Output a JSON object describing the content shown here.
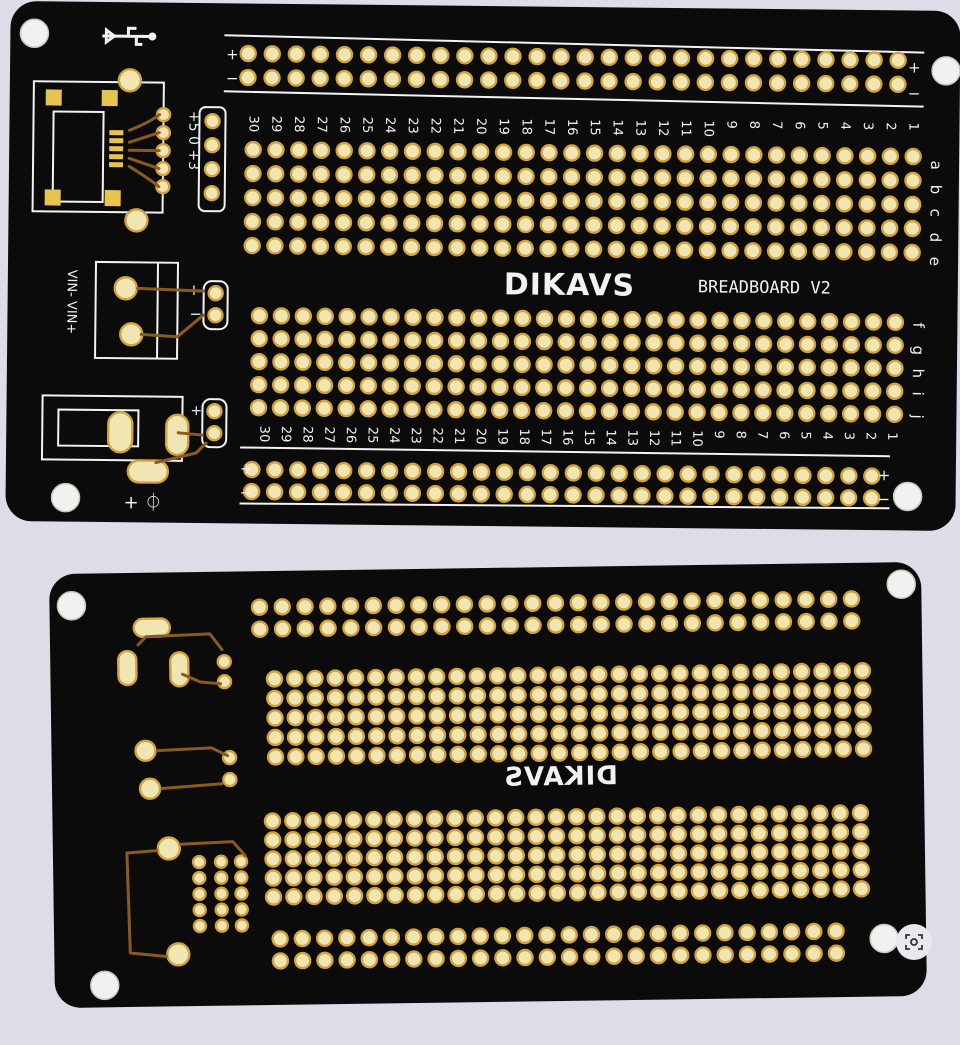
{
  "top_board": {
    "brand": "DIKAVS",
    "subtitle": "BREADBOARD V2",
    "column_numbers": [
      "1",
      "2",
      "3",
      "4",
      "5",
      "6",
      "7",
      "8",
      "9",
      "10",
      "11",
      "12",
      "13",
      "14",
      "15",
      "16",
      "17",
      "18",
      "19",
      "20",
      "21",
      "22",
      "23",
      "24",
      "25",
      "26",
      "27",
      "28",
      "29",
      "30"
    ],
    "row_letters_upper": [
      "a",
      "b",
      "c",
      "d",
      "e"
    ],
    "row_letters_lower": [
      "f",
      "g",
      "h",
      "i",
      "j"
    ],
    "rail_plus": "+",
    "rail_minus": "−",
    "header_label": "+5 0 +3",
    "terminal_label": "VIN- VIN+",
    "power_plus": "+",
    "power_minus": "−",
    "barrel_label": "+ ⏀"
  },
  "bottom_board": {
    "brand_mirrored": "DIKAVS"
  },
  "colors": {
    "pcb": "#0c0b0b",
    "silkscreen": "#f2f2f2",
    "pad": "#f0e6b4",
    "pad_ring": "#d2a33a",
    "background": "#dcdde6"
  },
  "lens_button_icon": "lens-search-icon"
}
